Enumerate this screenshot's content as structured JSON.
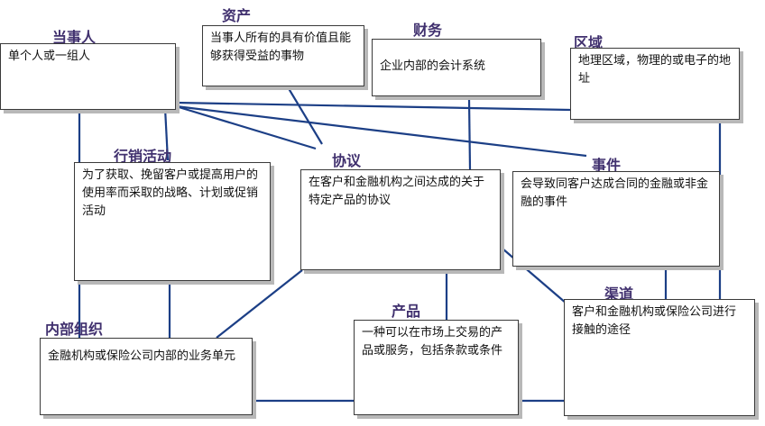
{
  "nodes": [
    {
      "id": "party",
      "title": "当事人",
      "desc": "单个人或一组人"
    },
    {
      "id": "asset",
      "title": "资产",
      "desc": "当事人所有的具有价值且能够获得受益的事物"
    },
    {
      "id": "finance",
      "title": "财务",
      "desc": "企业内部的会计系统"
    },
    {
      "id": "region",
      "title": "区域",
      "desc": "地理区域，物理的或电子的地址"
    },
    {
      "id": "marketing",
      "title": "行销活动",
      "desc": "为了获取、挽留客户或提高用户的使用率而采取的战略、计划或促销活动"
    },
    {
      "id": "agreement",
      "title": "协议",
      "desc": "在客户和金融机构之间达成的关于特定产品的协议"
    },
    {
      "id": "event",
      "title": "事件",
      "desc": "会导致同客户达成合同的金融或非金融的事件"
    },
    {
      "id": "internal_org",
      "title": "内部组织",
      "desc": "金融机构或保险公司内部的业务单元"
    },
    {
      "id": "product",
      "title": "产品",
      "desc": "一种可以在市场上交易的产品或服务，包括条款或条件"
    },
    {
      "id": "channel",
      "title": "渠道",
      "desc": "客户和金融机构或保险公司进行接触的途径"
    }
  ],
  "colors": {
    "title": "#40306e",
    "line": "#1c3f86",
    "border": "#3a3a3a",
    "shadow": "#b8b8b8"
  }
}
